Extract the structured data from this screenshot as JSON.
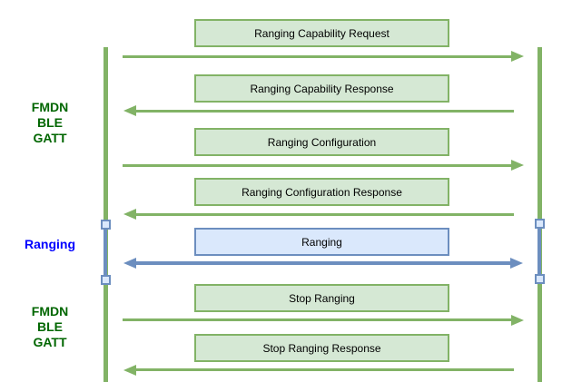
{
  "diagram": {
    "type": "sequence-message-flow",
    "participants": [
      "left-lifeline",
      "right-lifeline"
    ],
    "sections": [
      {
        "label": "FMDN\nBLE\nGATT",
        "color_role": "green",
        "covers_messages": [
          0,
          1,
          2,
          3
        ]
      },
      {
        "label": "Ranging",
        "color_role": "blue",
        "covers_messages": [
          4
        ]
      },
      {
        "label": "FMDN\nBLE\nGATT",
        "color_role": "green",
        "covers_messages": [
          5,
          6
        ]
      }
    ],
    "messages": [
      {
        "label": "Ranging Capability Request",
        "direction": "right",
        "style": "green"
      },
      {
        "label": "Ranging Capability Response",
        "direction": "left",
        "style": "green"
      },
      {
        "label": "Ranging Configuration",
        "direction": "right",
        "style": "green"
      },
      {
        "label": "Ranging Configuration Response",
        "direction": "left",
        "style": "green"
      },
      {
        "label": "Ranging",
        "direction": "both",
        "style": "blue"
      },
      {
        "label": "Stop Ranging",
        "direction": "right",
        "style": "green"
      },
      {
        "label": "Stop Ranging Response",
        "direction": "left",
        "style": "green"
      }
    ],
    "colors": {
      "green_fill": "#d5e8d4",
      "green_stroke": "#82b366",
      "blue_fill": "#dae8fc",
      "blue_stroke": "#6c8ebf",
      "label_green": "#006600",
      "label_blue": "#0000ff",
      "box_text": "#000000"
    }
  }
}
